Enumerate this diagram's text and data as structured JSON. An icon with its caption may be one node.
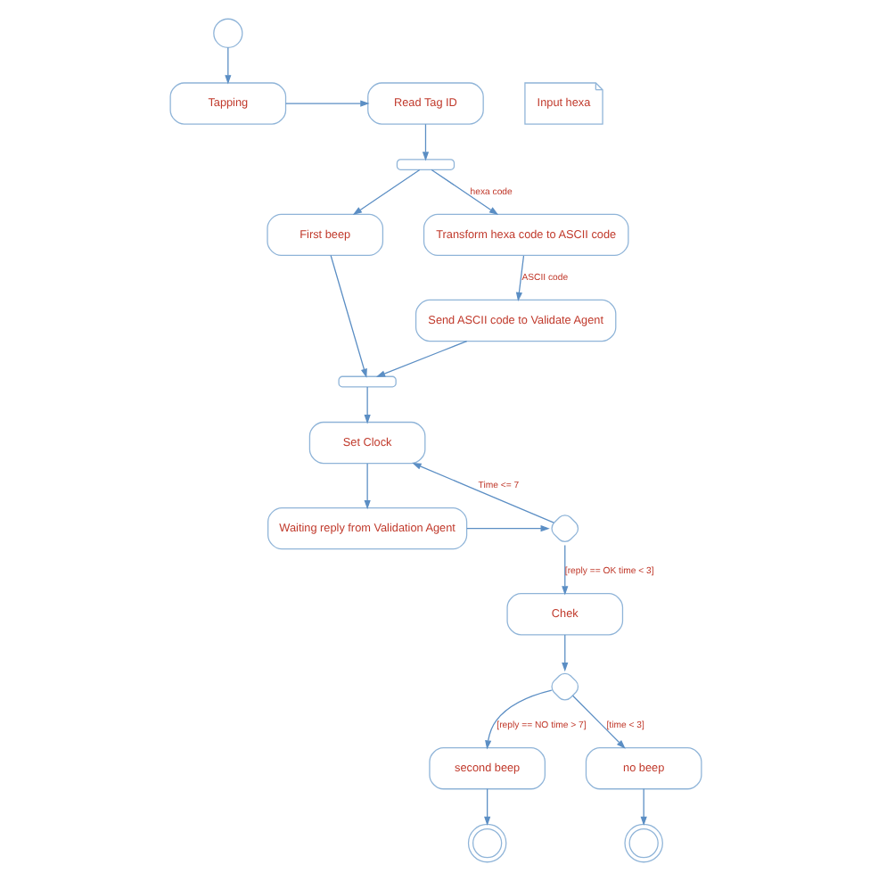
{
  "diagram": {
    "nodes": [
      {
        "text": [],
        "shape": "circle"
      },
      {
        "text": [
          "Tapping"
        ]
      },
      {
        "text": [
          "Read Tag ID"
        ]
      },
      {
        "text": [
          "Input hexa"
        ]
      },
      {
        "text": [],
        "shape": "bar"
      },
      {
        "text": [
          "First beep"
        ]
      },
      {
        "text": [
          "Transform hexa code to ASCII code"
        ]
      },
      {
        "text": [
          "Send ASCII code to Validate Agent"
        ]
      },
      {
        "text": [],
        "shape": "bar"
      },
      {
        "text": [
          "Set Clock"
        ]
      },
      {
        "text": [
          "Waiting reply from Validation Agent"
        ]
      },
      {
        "text": [],
        "shape": "diamond"
      },
      {
        "text": [
          "Chek"
        ]
      },
      {
        "text": [],
        "shape": "diamond"
      },
      {
        "text": [
          "second beep"
        ]
      },
      {
        "text": [
          "no beep"
        ]
      },
      {
        "text": [],
        "shape": "circle"
      },
      {
        "text": [],
        "shape": "circle"
      }
    ],
    "edges": [
      {
        "from": 0,
        "to": 1,
        "arrow": "to"
      },
      {
        "from": 1,
        "to": 2,
        "arrow": "to"
      },
      {
        "from": 2,
        "to": 4,
        "arrow": "to"
      },
      {
        "from": 4,
        "to": 5,
        "arrow": "to"
      },
      {
        "from": 4,
        "to": 6,
        "label": "hexa code",
        "arrow": "to"
      },
      {
        "from": 6,
        "to": 7,
        "label": "ASCII code",
        "arrow": "to"
      },
      {
        "from": 5,
        "to": 8,
        "arrow": "to"
      },
      {
        "from": 7,
        "to": 8,
        "arrow": "to"
      },
      {
        "from": 8,
        "to": 9,
        "arrow": "to"
      },
      {
        "from": 9,
        "to": 10,
        "arrow": "to"
      },
      {
        "from": 10,
        "to": 11,
        "arrow": "to"
      },
      {
        "from": 11,
        "to": 9,
        "label": "Time <= 7",
        "arrow": "to"
      },
      {
        "from": 11,
        "to": 12,
        "label": "[reply == OK time < 3]",
        "arrow": "to"
      },
      {
        "from": 12,
        "to": 13,
        "arrow": "to"
      },
      {
        "from": 13,
        "to": 14,
        "label": "[reply == NO time > 7]",
        "arrow": "to"
      },
      {
        "from": 13,
        "to": 15,
        "label": "[time < 3]",
        "arrow": "to"
      },
      {
        "from": 14,
        "to": 16,
        "arrow": "to"
      },
      {
        "from": 15,
        "to": 17,
        "arrow": "to"
      }
    ]
  }
}
